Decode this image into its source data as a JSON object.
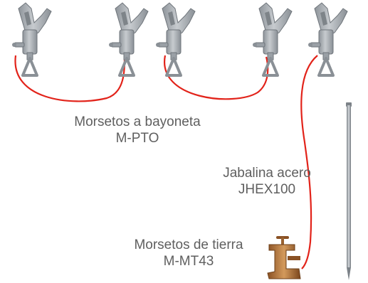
{
  "labels": {
    "bayoneta": {
      "line1": "Morsetos a bayoneta",
      "line2": "M-PTO"
    },
    "jabalina": {
      "line1": "Jabalina acero",
      "line2": "JHEX100"
    },
    "tierra": {
      "line1": "Morsetos de tierra",
      "line2": "M-MT43"
    }
  },
  "colors": {
    "cable": "#e2231a",
    "clamp_metal": "#a8adb2",
    "clamp_shadow": "#7e8489",
    "rod": "#9aa0a6",
    "ground_clamp": "#b0763a",
    "label_text": "#5f5f5f"
  }
}
